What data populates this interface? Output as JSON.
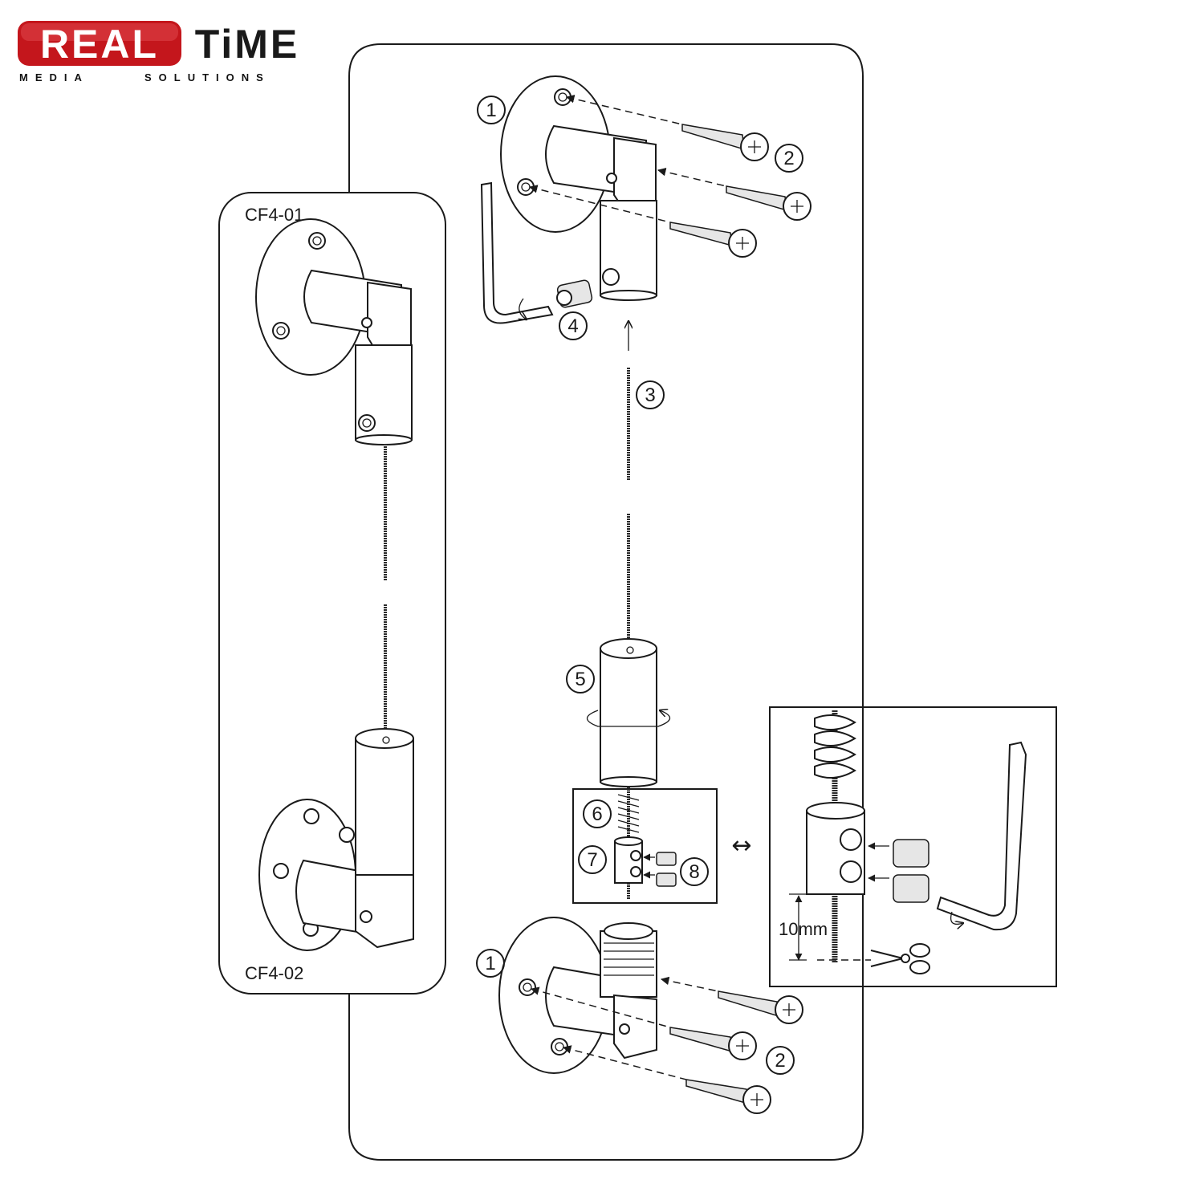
{
  "logo": {
    "word_left": "REAL",
    "word_right": "TiME",
    "tagline_left": "MEDIA",
    "tagline_right": "SOLUTIONS",
    "color_red": "#c4161c",
    "color_dark": "#1a1a1a"
  },
  "product_labels": {
    "top_fitting": "CF4-01",
    "bottom_fitting": "CF4-02"
  },
  "steps": {
    "s1": "1",
    "s2": "2",
    "s3": "3",
    "s4": "4",
    "s5": "5",
    "s6": "6",
    "s7": "7",
    "s8": "8"
  },
  "detail": {
    "dimension_label": "10mm",
    "link_arrow": "↔",
    "scissors_icon": "scissors-icon"
  }
}
